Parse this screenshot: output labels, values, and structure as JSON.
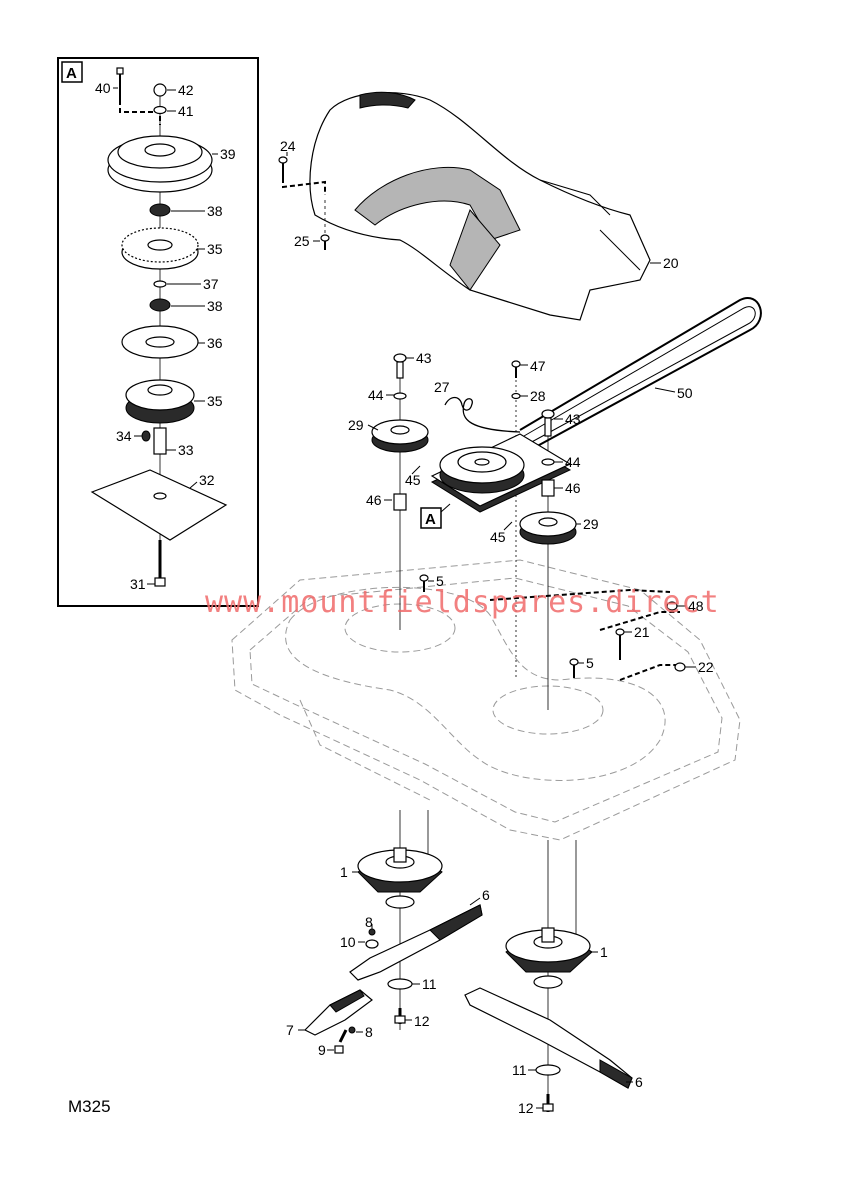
{
  "diagram_code": "M325",
  "watermark": "www.mountfieldspares.direct",
  "detail_ref": "A",
  "callouts": {
    "p40": "40",
    "p42": "42",
    "p41": "41",
    "p39": "39",
    "p38a": "38",
    "p35a": "35",
    "p37": "37",
    "p38b": "38",
    "p36": "36",
    "p35b": "35",
    "p34": "34",
    "p33": "33",
    "p32": "32",
    "p31": "31",
    "p24": "24",
    "p25": "25",
    "p20": "20",
    "p43a": "43",
    "p44a": "44",
    "p27": "27",
    "p47": "47",
    "p28": "28",
    "p50": "50",
    "p29a": "29",
    "p43b": "43",
    "p44b": "44",
    "p46a": "46",
    "p46b": "46",
    "p45a": "45",
    "p29b": "29",
    "p45b": "45",
    "p5a": "5",
    "p48": "48",
    "p21": "21",
    "p5b": "5",
    "p22": "22",
    "p1a": "1",
    "p6a": "6",
    "p8a": "8",
    "p10": "10",
    "p11a": "11",
    "p1b": "1",
    "p7": "7",
    "p8b": "8",
    "p12a": "12",
    "p9": "9",
    "p11b": "11",
    "p6b": "6",
    "p12b": "12"
  }
}
